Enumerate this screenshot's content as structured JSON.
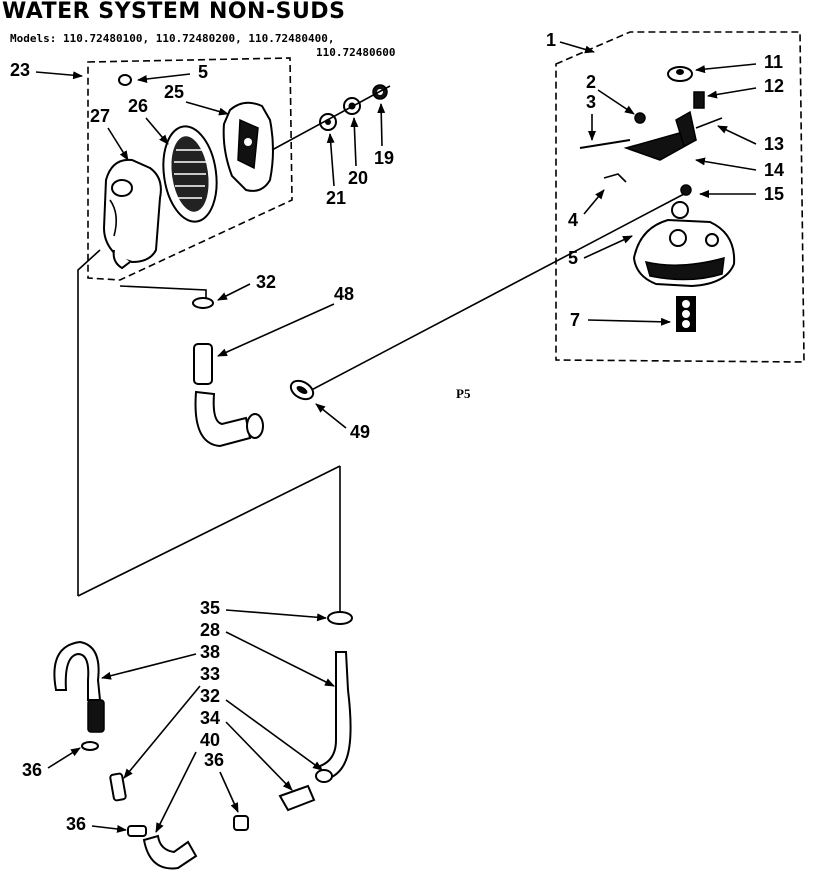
{
  "title": "WATER SYSTEM  NON-SUDS",
  "models_line1": "Models:  110.72480100, 110.72480200, 110.72480400,",
  "models_line2": "110.72480600",
  "page_ref": "P5",
  "callouts": {
    "c1": "1",
    "c2": "2",
    "c3": "3",
    "c4": "4",
    "c5a": "5",
    "c5b": "5",
    "c7": "7",
    "c11": "11",
    "c12": "12",
    "c13": "13",
    "c14": "14",
    "c15": "15",
    "c19": "19",
    "c20": "20",
    "c21": "21",
    "c23": "23",
    "c25": "25",
    "c26": "26",
    "c27": "27",
    "c28": "28",
    "c32a": "32",
    "c32b": "32",
    "c33": "33",
    "c34": "34",
    "c35": "35",
    "c36a": "36",
    "c36b": "36",
    "c36c": "36",
    "c38": "38",
    "c40": "40",
    "c48": "48",
    "c49": "49"
  }
}
